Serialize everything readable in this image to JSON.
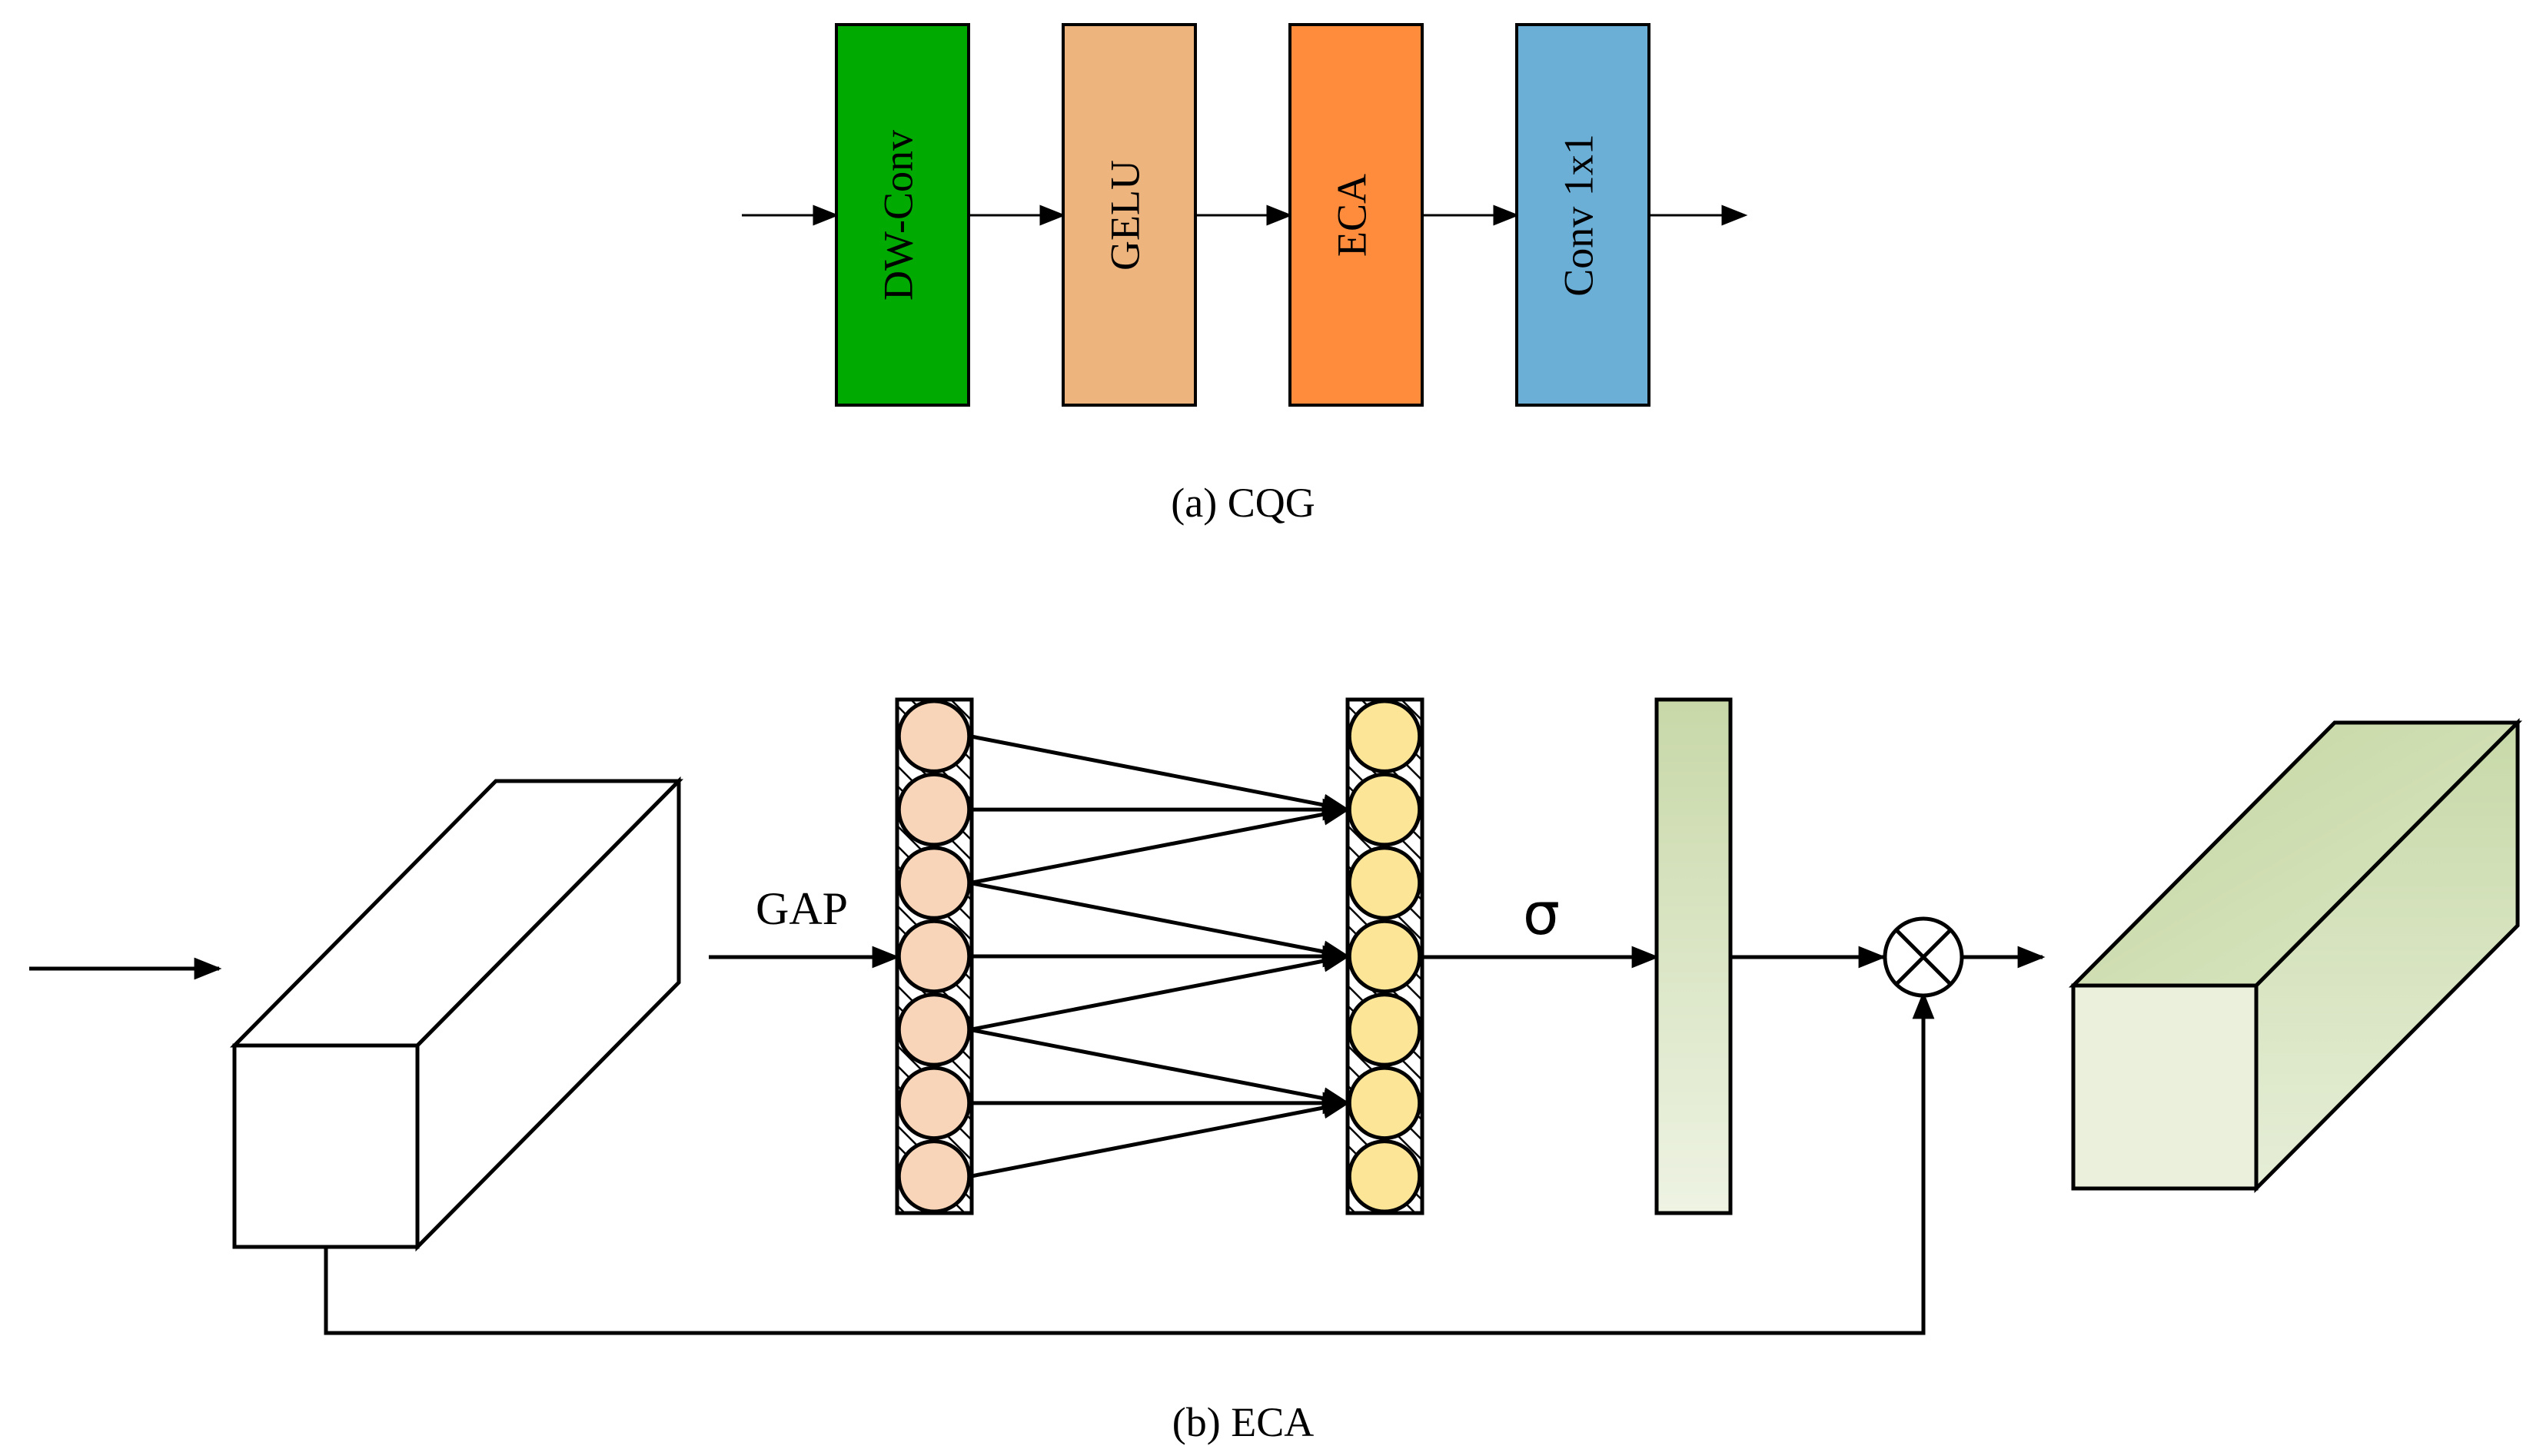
{
  "cqg": {
    "blocks": [
      {
        "label": "DW-Conv",
        "color": "#00AA00"
      },
      {
        "label": "GELU",
        "color": "#EEB47E"
      },
      {
        "label": "ECA",
        "color": "#FF8C3C"
      },
      {
        "label": "Conv 1x1",
        "color": "#6BAED6"
      }
    ],
    "caption": "(a) CQG"
  },
  "eca": {
    "gap_label": "GAP",
    "sigma_label": "σ",
    "caption": "(b) ECA",
    "input_node_color": "#F8D5B8",
    "output_node_color": "#FCE597",
    "input_node_count": 7,
    "output_node_count": 7,
    "weight_bar_colors": [
      "#C8D8A8",
      "#EEF3E3"
    ],
    "output_cube_colors": {
      "front": "#EAF0DC",
      "top": "#C8D9A8",
      "side": "#D8E5BD"
    },
    "multiply_symbol": "⊗"
  }
}
